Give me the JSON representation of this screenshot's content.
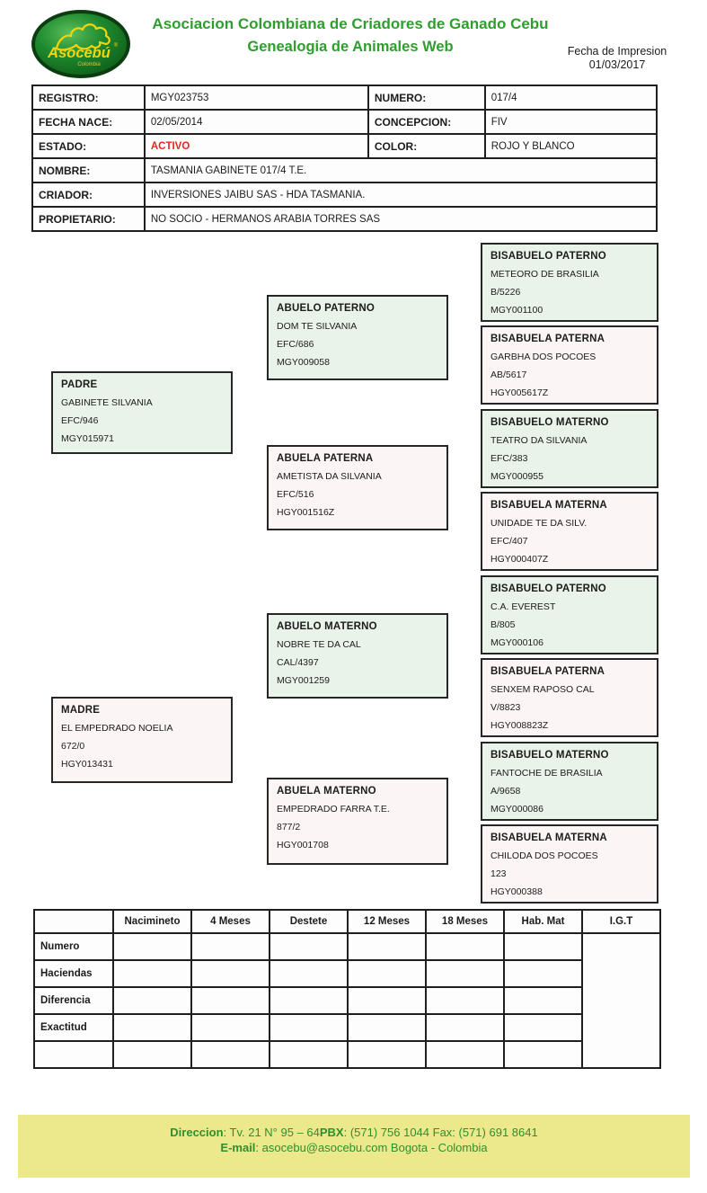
{
  "header": {
    "logo": {
      "text": "Asocebú",
      "reg": "®",
      "sub": "Colombia",
      "icon": "zebu-cattle-icon"
    },
    "title_line1": "Asociacion Colombiana de Criadores de Ganado Cebu",
    "title_line2": "Genealogia de Animales Web",
    "print_date_label": "Fecha de Impresion",
    "print_date": "01/03/2017"
  },
  "colors": {
    "brand_green": "#2f9e2f",
    "status_active_red": "#e8251f",
    "male_box_bg": "#e9f3e9",
    "female_box_bg": "#fbf6f5",
    "footer_bg": "#ece88c",
    "footer_text_green": "#2e8f2e"
  },
  "info": {
    "rows2col": [
      {
        "label1": "REGISTRO:",
        "value1": "MGY023753",
        "label2": "NUMERO:",
        "value2": "017/4"
      },
      {
        "label1": "FECHA NACE:",
        "value1": "02/05/2014",
        "label2": "CONCEPCION:",
        "value2": "FIV"
      },
      {
        "label1": "ESTADO:",
        "value1": "ACTIVO",
        "label2": "COLOR:",
        "value2": "ROJO Y BLANCO"
      }
    ],
    "rows1col": [
      {
        "label": "NOMBRE:",
        "value": "TASMANIA GABINETE 017/4 T.E."
      },
      {
        "label": "CRIADOR:",
        "value": "INVERSIONES JAIBU SAS - HDA TASMANIA."
      },
      {
        "label": "PROPIETARIO:",
        "value": "NO SOCIO - HERMANOS ARABIA TORRES SAS"
      }
    ]
  },
  "pedigree": {
    "boxes": [
      {
        "title": "PADRE",
        "name": "GABINETE SILVANIA",
        "code": "EFC/946",
        "registry": "MGY015971"
      },
      {
        "title": "ABUELO PATERNO",
        "name": "DOM TE SILVANIA",
        "code": "EFC/686",
        "registry": "MGY009058"
      },
      {
        "title": "ABUELA PATERNA",
        "name": "AMETISTA DA SILVANIA",
        "code": "EFC/516",
        "registry": "HGY001516Z"
      },
      {
        "title": "ABUELO MATERNO",
        "name": "NOBRE TE DA CAL",
        "code": "CAL/4397",
        "registry": "MGY001259"
      },
      {
        "title": "ABUELA MATERNO",
        "name": "EMPEDRADO FARRA T.E.",
        "code": "877/2",
        "registry": "HGY001708"
      },
      {
        "title": "MADRE",
        "name": "EL EMPEDRADO NOELIA",
        "code": "672/0",
        "registry": "HGY013431"
      },
      {
        "title": "BISABUELO PATERNO",
        "name": "METEORO DE BRASILIA",
        "code": "B/5226",
        "registry": "MGY001100"
      },
      {
        "title": "BISABUELA PATERNA",
        "name": "GARBHA DOS POCOES",
        "code": "AB/5617",
        "registry": "HGY005617Z"
      },
      {
        "title": "BISABUELO MATERNO",
        "name": "TEATRO DA SILVANIA",
        "code": "EFC/383",
        "registry": "MGY000955"
      },
      {
        "title": "BISABUELA MATERNA",
        "name": "UNIDADE TE DA SILV.",
        "code": "EFC/407",
        "registry": "HGY000407Z"
      },
      {
        "title": "BISABUELO PATERNO",
        "name": "C.A. EVEREST",
        "code": "B/805",
        "registry": "MGY000106"
      },
      {
        "title": "BISABUELA PATERNA",
        "name": "SENXEM RAPOSO CAL",
        "code": "V/8823",
        "registry": "HGY008823Z"
      },
      {
        "title": "BISABUELO MATERNO",
        "name": "FANTOCHE DE BRASILIA",
        "code": "A/9658",
        "registry": "MGY000086"
      },
      {
        "title": "BISABUELA MATERNA",
        "name": "CHILODA DOS POCOES",
        "code": "123",
        "registry": "HGY000388"
      }
    ]
  },
  "performance": {
    "columns": [
      "Nacimineto",
      "4 Meses",
      "Destete",
      "12 Meses",
      "18 Meses",
      "Hab. Mat",
      "I.G.T"
    ],
    "rows": [
      "Numero",
      "Haciendas",
      "Diferencia",
      "Exactitud",
      ""
    ]
  },
  "footer": {
    "direccion_label": "Direccion",
    "direccion_value": ": Tv. 21 N°  95 – 64",
    "pbx_label": "PBX",
    "pbx_value": ": (571) 756 1044 Fax: (571) 691 8641",
    "email_label": "E-mail",
    "email_value": ": asocebu@asocebu.com Bogota - Colombia"
  }
}
